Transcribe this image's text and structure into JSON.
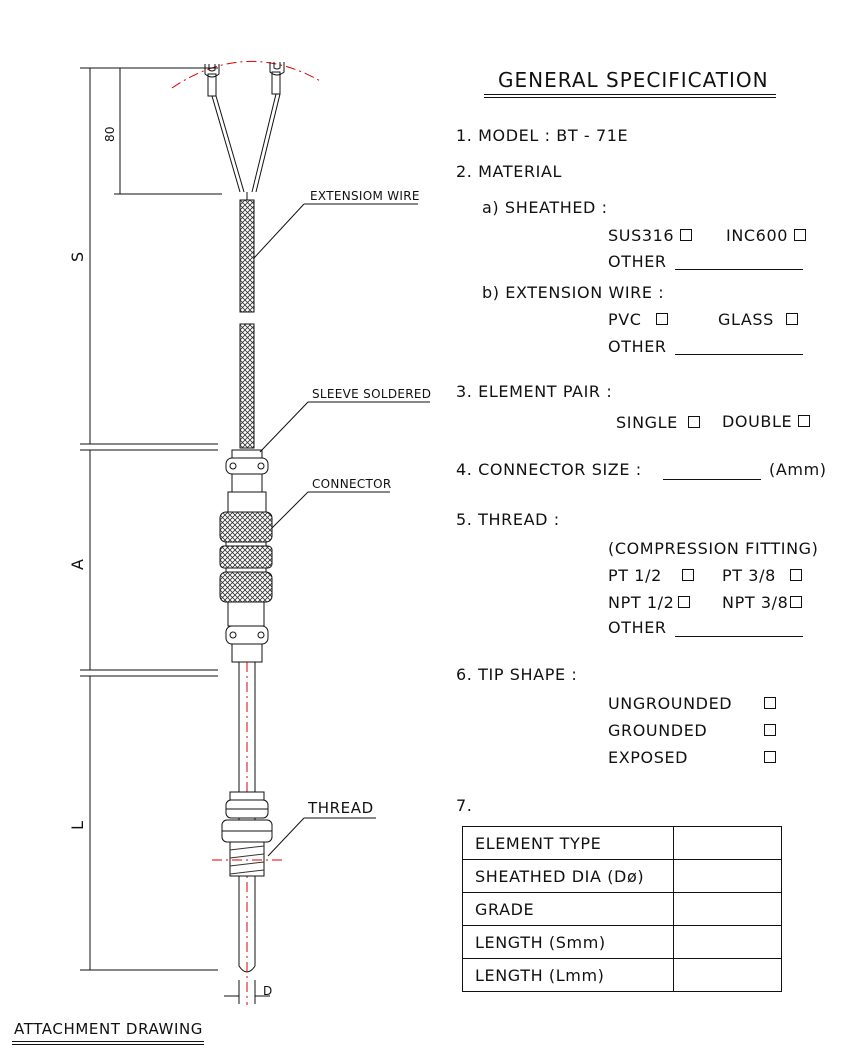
{
  "title": "GENERAL SPECIFICATION",
  "drawing_label": "ATTACHMENT DRAWING",
  "dimensions": {
    "top": "80",
    "s": "S",
    "a": "A",
    "l": "L",
    "d": "D"
  },
  "callouts": {
    "extension_wire": "EXTENSIOM WIRE",
    "sleeve": "SLEEVE SOLDERED",
    "connector": "CONNECTOR",
    "thread": "THREAD"
  },
  "spec": {
    "model": "1. MODEL :  BT - 71E",
    "material": "2. MATERIAL",
    "sheathed": "a) SHEATHED :",
    "sus316": "SUS316",
    "inc600": "INC600",
    "other": "OTHER",
    "ext_wire": "b) EXTENSION WIRE :",
    "pvc": "PVC",
    "glass": "GLASS",
    "element_pair": "3. ELEMENT PAIR :",
    "single": "SINGLE",
    "double": "DOUBLE",
    "connector_size": "4. CONNECTOR SIZE :",
    "connector_unit": "(Amm)",
    "thread": "5. THREAD :",
    "compression": "(COMPRESSION FITTING)",
    "pt12": "PT 1/2",
    "pt38": "PT 3/8",
    "npt12": "NPT 1/2",
    "npt38": "NPT 3/8",
    "tip_shape": "6. TIP SHAPE :",
    "ungrounded": "UNGROUNDED",
    "grounded": "GROUNDED",
    "exposed": "EXPOSED",
    "item7": "7."
  },
  "table": [
    "ELEMENT TYPE",
    "SHEATHED DIA (Dø)",
    "GRADE",
    "LENGTH (Smm)",
    "LENGTH (Lmm)"
  ]
}
